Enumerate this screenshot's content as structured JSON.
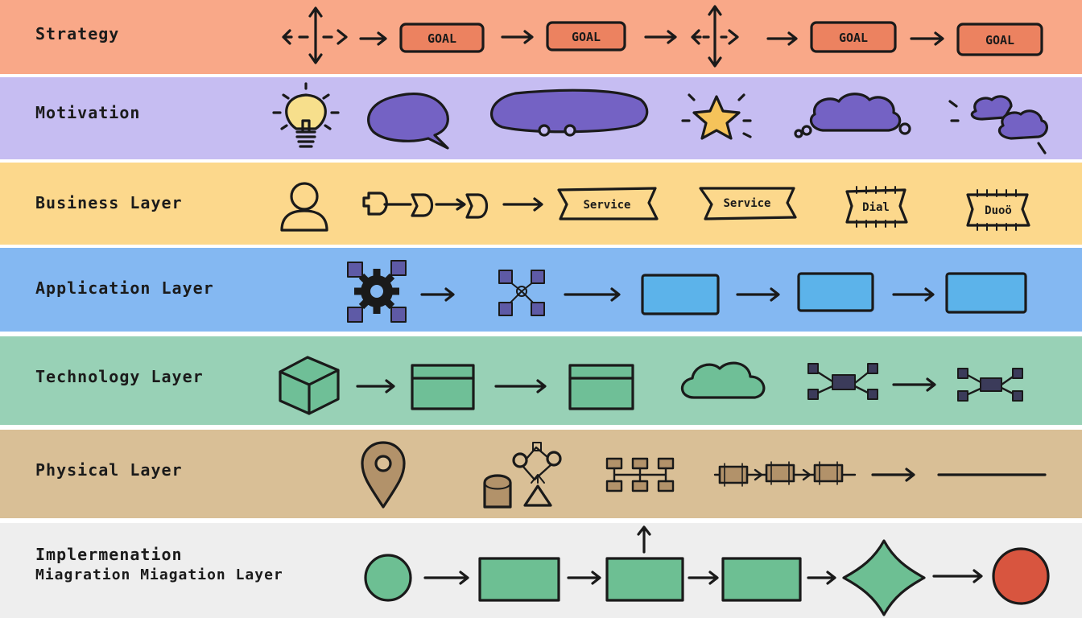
{
  "layers": [
    {
      "id": "strategy",
      "label": "Strategy",
      "color": "#f9a888"
    },
    {
      "id": "motivation",
      "label": "Motivation",
      "color": "#c6bdf2"
    },
    {
      "id": "business",
      "label": "Business Layer",
      "color": "#fcd88c"
    },
    {
      "id": "application",
      "label": "Application Layer",
      "color": "#84b8f2"
    },
    {
      "id": "technology",
      "label": "Technology Layer",
      "color": "#98d1b6"
    },
    {
      "id": "physical",
      "label": "Physical Layer",
      "color": "#d9bf96"
    },
    {
      "id": "implementation",
      "label_line1": "Implermenation",
      "label_line2": "Miagration Miagation Layer",
      "color": "#eeeeee"
    }
  ],
  "strategy_nodes": [
    "GOAL",
    "GOAL",
    "GOAL",
    "GOAL"
  ],
  "business_nodes": [
    "Service",
    "Service",
    "Dial",
    "Duoö"
  ],
  "colors": {
    "goal_fill": "#ec8260",
    "motivation_purple": "#7462c4",
    "star": "#f5c35a",
    "application_fill": "#5cb3ea",
    "technology_fill": "#6fbf97",
    "physical_fill": "#b2926a",
    "implementation_fill": "#6dbf93",
    "end_event": "#d8553f"
  }
}
